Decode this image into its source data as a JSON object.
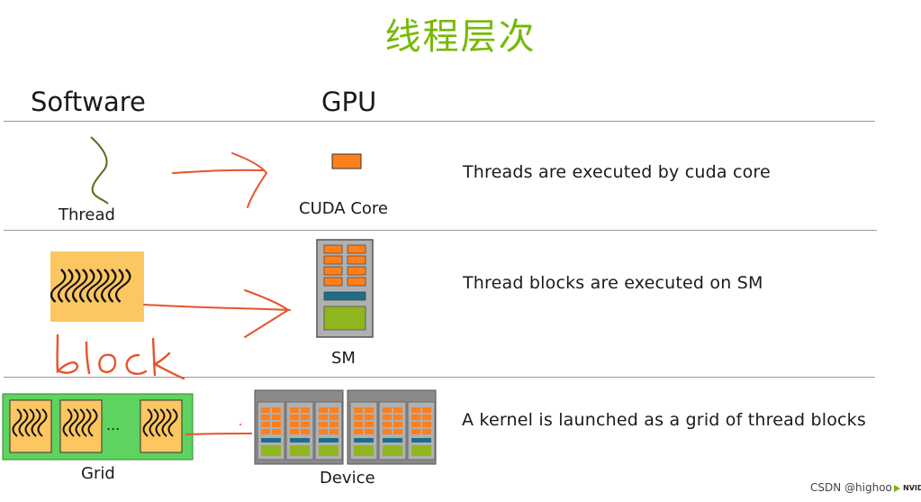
{
  "title": "线程层次",
  "columns": {
    "software": "Software",
    "gpu": "GPU"
  },
  "rows": [
    {
      "software_label": "Thread",
      "gpu_label": "CUDA Core",
      "description": "Threads are executed by cuda core"
    },
    {
      "software_label": "block",
      "gpu_label": "SM",
      "description": "Thread blocks are executed on SM"
    },
    {
      "software_label": "Grid",
      "gpu_label": "Device",
      "description": "A kernel is launched as a grid of thread blocks"
    }
  ],
  "grid_ellipsis": "...",
  "watermark": "CSDN @highoo",
  "logo_text": "NVID",
  "colors": {
    "title": "#76b900",
    "thread_line": "#5a6b1a",
    "block_fill": "#fcc661",
    "grid_fill": "#5fd35f",
    "core_orange": "#ff7f1a",
    "sm_teal": "#1e6e8a",
    "sm_green": "#8fb61e",
    "arrow_red": "#e8532c"
  }
}
